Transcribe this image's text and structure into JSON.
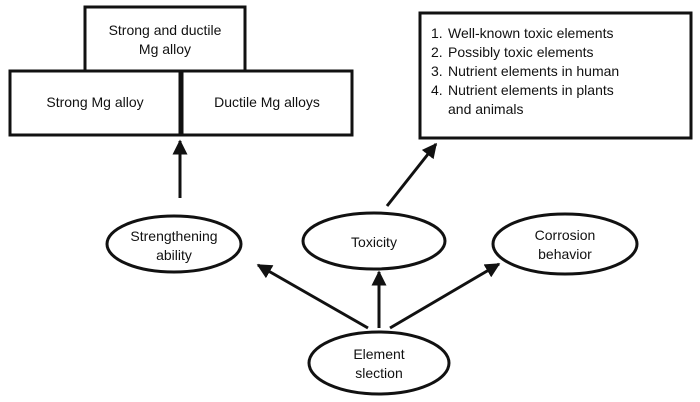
{
  "boxes": {
    "top": {
      "line1": "Strong and ductile",
      "line2": "Mg alloy"
    },
    "left": "Strong Mg alloy",
    "right": "Ductile Mg alloys"
  },
  "toxic_list": [
    {
      "num": "1.",
      "text": "Well-known toxic elements"
    },
    {
      "num": "2.",
      "text": "Possibly toxic elements"
    },
    {
      "num": "3.",
      "text": "Nutrient elements in human"
    },
    {
      "num": "4.",
      "text": "Nutrient elements in plants",
      "cont": "and animals"
    }
  ],
  "nodes": {
    "strengthening": {
      "line1": "Strengthening",
      "line2": "ability"
    },
    "toxicity": "Toxicity",
    "corrosion": {
      "line1": "Corrosion",
      "line2": "behavior"
    },
    "element": {
      "line1": "Element",
      "line2": "slection"
    }
  },
  "colors": {
    "stroke": "#111111",
    "background": "#ffffff"
  }
}
